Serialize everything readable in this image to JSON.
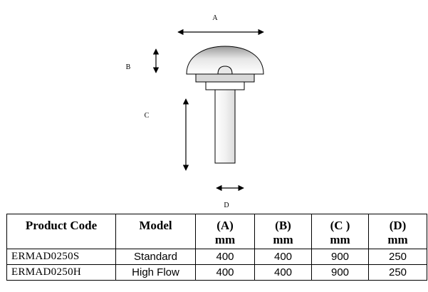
{
  "diagram": {
    "labels": {
      "a": "A",
      "b": "B",
      "c": "C",
      "d": "D"
    }
  },
  "table": {
    "headers": [
      {
        "line1": "Product Code",
        "line2": ""
      },
      {
        "line1": "Model",
        "line2": ""
      },
      {
        "line1": "(A)",
        "line2": "mm"
      },
      {
        "line1": "(B)",
        "line2": "mm"
      },
      {
        "line1": "(C )",
        "line2": "mm"
      },
      {
        "line1": "(D)",
        "line2": "mm"
      }
    ],
    "rows": [
      {
        "code": "ERMAD0250S",
        "model": "Standard",
        "a": "400",
        "b": "400",
        "c": "900",
        "d": "250"
      },
      {
        "code": "ERMAD0250H",
        "model": "High Flow",
        "a": "400",
        "b": "400",
        "c": "900",
        "d": "250"
      }
    ]
  }
}
